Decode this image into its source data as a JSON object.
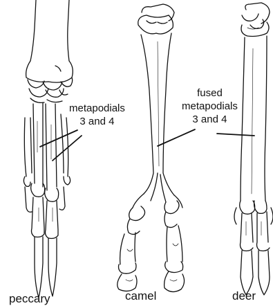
{
  "figure": {
    "labels": {
      "metapodials": "metapodials\n3 and 4",
      "fused": "fused\nmetapodials\n3 and 4"
    },
    "species": {
      "peccary": "peccary",
      "camel": "camel",
      "deer": "deer"
    }
  }
}
